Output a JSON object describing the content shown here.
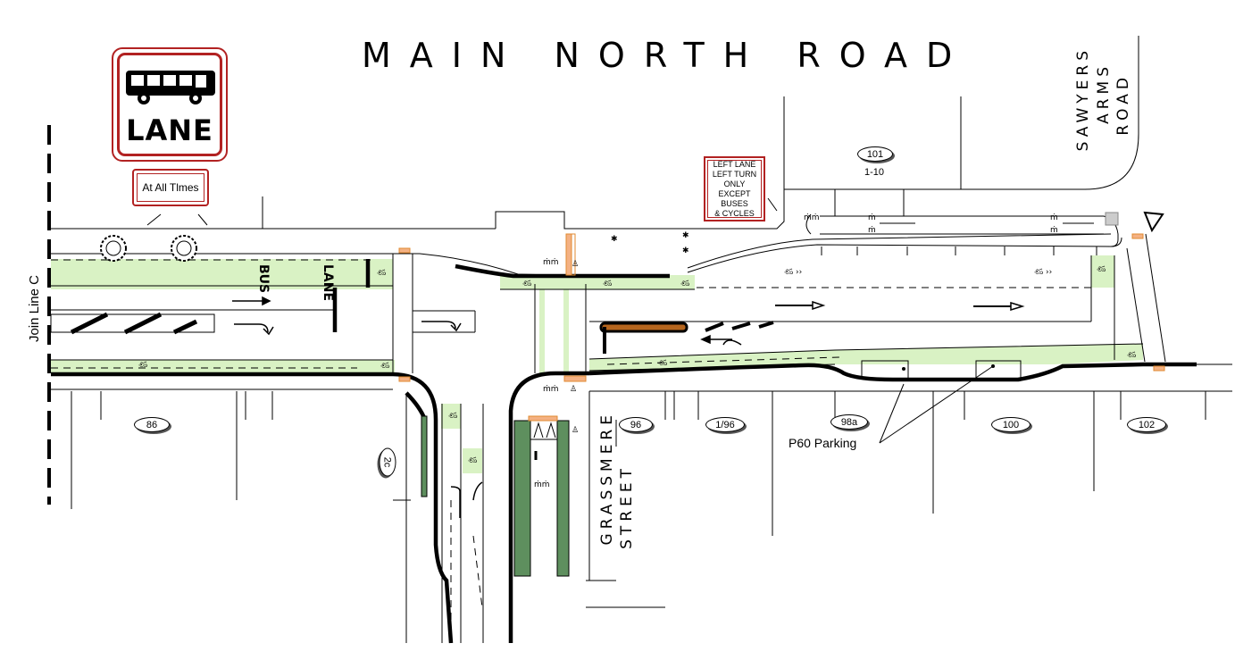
{
  "map": {
    "road_names": {
      "main": "MAIN NORTH ROAD",
      "sawyers_line1": "SAWYERS",
      "sawyers_line2": "ARMS",
      "sawyers_line3": "ROAD",
      "grassmere_line1": "GRASSMERE",
      "grassmere_line2": "STREET"
    },
    "join_line": "Join Line C",
    "signs": {
      "bus_lane": "LANE",
      "at_all_times": "At All Tlmes",
      "left_turn_lines": [
        "LEFT LANE",
        "LEFT TURN",
        "ONLY",
        "EXCEPT BUSES",
        "& CYCLES"
      ]
    },
    "pavement_markings": {
      "bus": "BUS",
      "lane": "LANE"
    },
    "lots": {
      "l86": "86",
      "l2c": "2c",
      "l96": "96",
      "l196": "1/96",
      "l98a": "98a",
      "l100": "100",
      "l102": "102",
      "l101": "101",
      "l101_sub": "1-10"
    },
    "parking_label": "P60 Parking",
    "colors": {
      "cycle_lane": "#d9f2c4",
      "median": "#5e8f5e",
      "sign_border": "#b22222",
      "crossing": "#f0a040"
    }
  }
}
